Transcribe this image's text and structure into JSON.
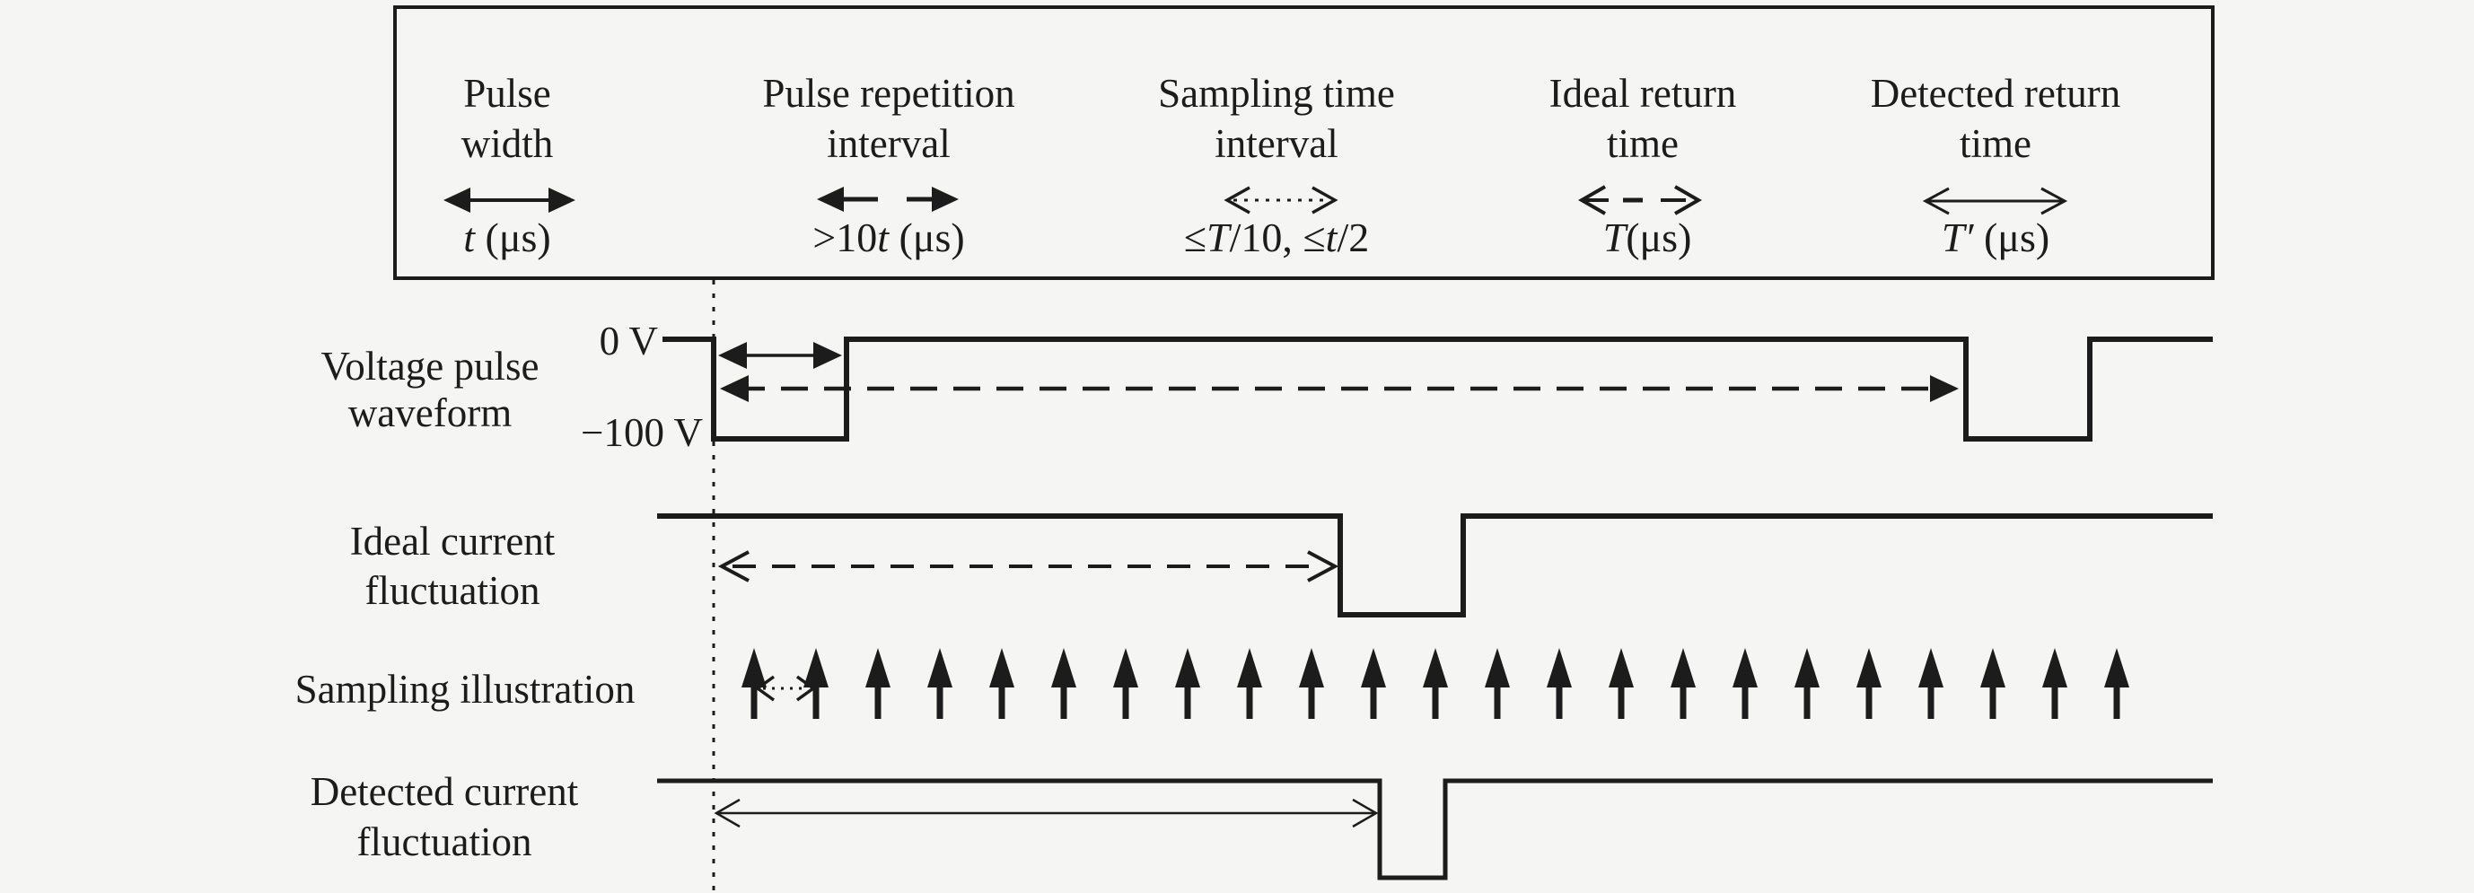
{
  "figure": {
    "background_color": "#f5f5f3",
    "ink_color": "#1c1c1c",
    "description": "Timing diagram of pulsed-voltage sampling: voltage pulse train, ideal and detected current fluctuations, and sampling arrows"
  },
  "legend": {
    "columns": [
      {
        "title_line1": "Pulse",
        "title_line2": "width",
        "formula": "t (μs)",
        "arrow_icon": "solid-double-arrow"
      },
      {
        "title_line1": "Pulse repetition",
        "title_line2": "interval",
        "formula": ">10t (μs)",
        "arrow_icon": "split-outward-arrows"
      },
      {
        "title_line1": "Sampling time",
        "title_line2": "interval",
        "formula": "≤T/10, ≤t/2",
        "arrow_icon": "dotted-double-arrow"
      },
      {
        "title_line1": "Ideal return",
        "title_line2": "time",
        "formula": "T(μs)",
        "arrow_icon": "dashed-double-arrow"
      },
      {
        "title_line1": "Detected return",
        "title_line2": "time",
        "formula": "T′ (μs)",
        "arrow_icon": "thin-solid-double-arrow"
      }
    ]
  },
  "voltage_row": {
    "label_line1": "Voltage pulse",
    "label_line2": "waveform",
    "high_level_label": "0 V",
    "low_level_label": "−100 V"
  },
  "ideal_row": {
    "label_line1": "Ideal current",
    "label_line2": "fluctuation"
  },
  "sampling_row": {
    "label": "Sampling illustration",
    "arrow_count": 23
  },
  "detected_row": {
    "label_line1": "Detected current",
    "label_line2": "fluctuation"
  }
}
